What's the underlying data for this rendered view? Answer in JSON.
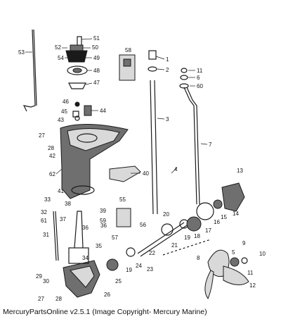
{
  "caption": "MercuryPartsOnline v2.5.1 (Image Copyright- Mercury Marine)",
  "part_callouts": [
    "1",
    "2",
    "3",
    "4",
    "5",
    "6",
    "7",
    "8",
    "9",
    "10",
    "11",
    "11",
    "12",
    "13",
    "14",
    "15",
    "16",
    "17",
    "18",
    "19",
    "19",
    "20",
    "21",
    "22",
    "23",
    "24",
    "25",
    "26",
    "27",
    "27",
    "28",
    "28",
    "29",
    "30",
    "31",
    "32",
    "33",
    "34",
    "35",
    "36",
    "36",
    "37",
    "38",
    "39",
    "40",
    "41",
    "42",
    "43",
    "44",
    "45",
    "46",
    "47",
    "48",
    "49",
    "50",
    "51",
    "52",
    "53",
    "54",
    "55",
    "56",
    "57",
    "58",
    "59",
    "60",
    "61",
    "62"
  ]
}
